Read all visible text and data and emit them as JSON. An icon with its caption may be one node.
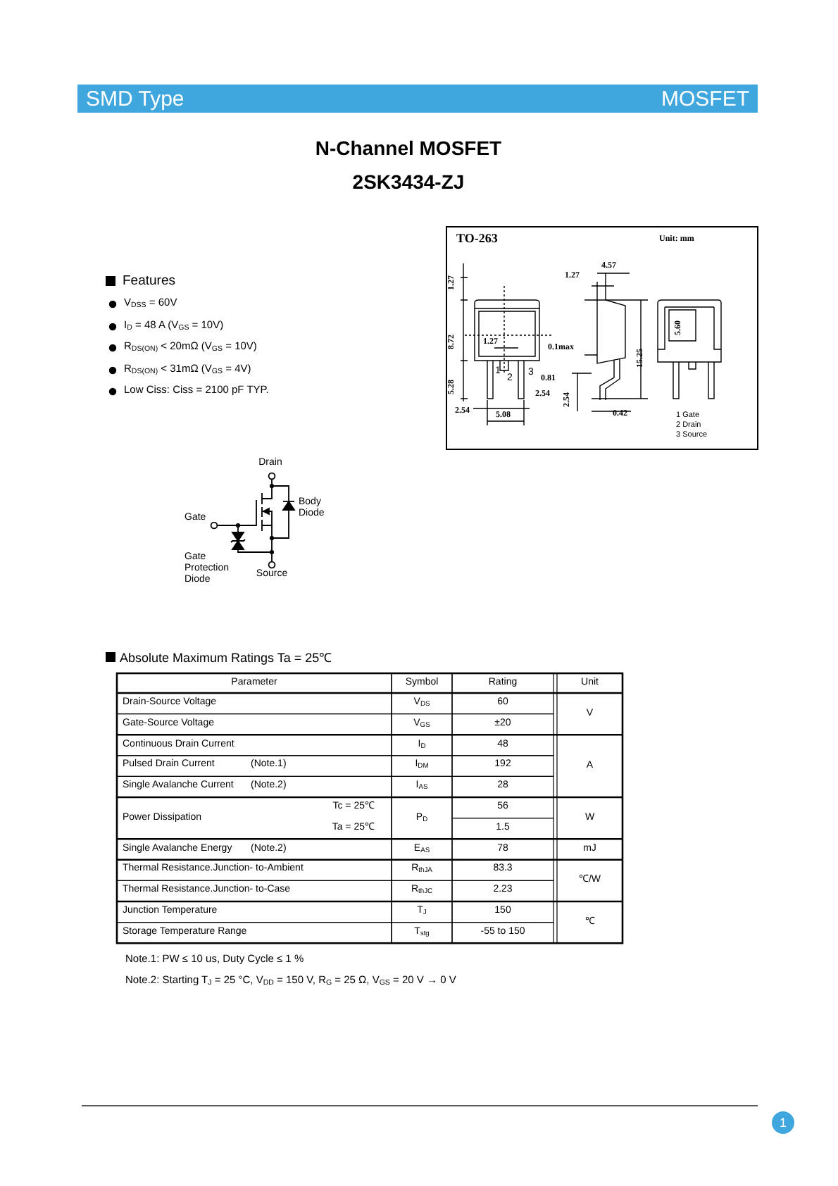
{
  "diagram": {
    "title": "N-Channel MOSFET",
    "labels": [
      "SMD Type",
      "MOSFET",
      "2SK3434-ZJ",
      "Features",
      "V$_{DSS}$ = 60V",
      "I$_{D}$ = 48 A (V$_{GS}$ = 10V)",
      "R$_{DS(ON)}$ < 20mΩ (V$_{GS}$ = 10V)",
      "R$_{DS(ON)}$ < 31mΩ (V$_{GS}$ = 4V)",
      "Low Ciss: Ciss = 2100 pF TYP.",
      "TO-263",
      "Unit: mm",
      "1.27",
      "1.27",
      "4.57",
      "8.72",
      "1.27",
      "0.1max",
      "15.25",
      "5.60",
      "5.28",
      "1",
      "2",
      "3",
      "0.81",
      "2.54",
      "2.54",
      "2.54",
      "5.08",
      "0.42",
      "1 Gate",
      "2 Drain",
      "3 Source",
      "Drain",
      "Gate",
      "Body Diode",
      "Gate Protection Diode",
      "Source",
      "Absolute Maximum Ratings Ta = 25℃",
      "Parameter",
      "Symbol",
      "Rating",
      "Unit",
      "Drain-Source Voltage",
      "V$_{DS}$",
      "60",
      "V",
      "Gate-Source Voltage",
      "V$_{GS}$",
      "±20",
      "Continuous Drain Current",
      "I$_{D}$",
      "48",
      "Pulsed Drain Current",
      "(Note.1)",
      "I$_{DM}$",
      "192",
      "A",
      "Single Avalanche Current",
      "(Note.2)",
      "I$_{AS}$",
      "28",
      "Power Dissipation",
      "Tc = 25℃",
      "P$_{D}$",
      "56",
      "W",
      "Ta = 25℃",
      "1.5",
      "Single Avalanche Energy",
      "(Note.2)",
      "E$_{AS}$",
      "78",
      "mJ",
      "Thermal Resistance.Junction- to-Ambient",
      "R$_{thJA}$",
      "83.3",
      "℃/W",
      "Thermal Resistance.Junction- to-Case",
      "R$_{thJC}$",
      "2.23",
      "Junction Temperature",
      "T$_{J}$",
      "150",
      "℃",
      "Storage Temperature Range",
      "T$_{stg}$",
      "-55 to 150",
      "Note.1: PW ≤ 10 us, Duty Cycle ≤ 1 %",
      "Note.2: Starting T$_{J}$ = 25 °C, V$_{DD}$ = 150 V, R$_{G}$ = 25 Ω, V$_{GS}$ = 20 V → 0 V",
      "1"
    ]
  }
}
